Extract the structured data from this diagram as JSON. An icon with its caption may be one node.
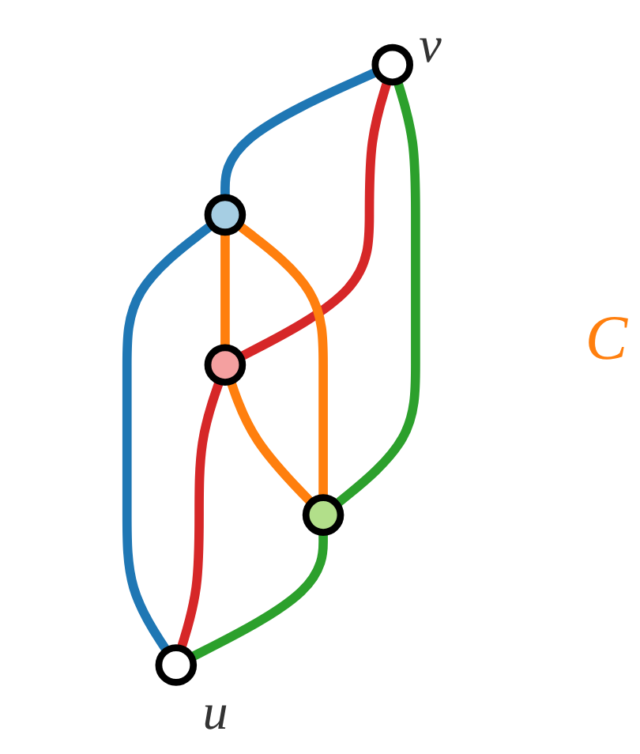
{
  "diagram": {
    "nodes": [
      {
        "text": [],
        "shape": "circle",
        "beside": [
          "v"
        ]
      },
      {
        "text": [],
        "shape": "circle"
      },
      {
        "text": [],
        "shape": "circle"
      },
      {
        "text": [],
        "shape": "circle"
      },
      {
        "text": [],
        "shape": "circle",
        "beside": [
          "u"
        ]
      }
    ],
    "edges": [
      {
        "from": 0,
        "to": 1,
        "arrow": "none",
        "color": "#1f77b4"
      },
      {
        "from": 0,
        "to": 2,
        "arrow": "none",
        "color": "#d62728"
      },
      {
        "from": 0,
        "to": 3,
        "arrow": "none",
        "color": "#2ca02c"
      },
      {
        "from": 1,
        "to": 4,
        "arrow": "none",
        "color": "#1f77b4"
      },
      {
        "from": 2,
        "to": 4,
        "arrow": "none",
        "color": "#d62728"
      },
      {
        "from": 3,
        "to": 4,
        "arrow": "none",
        "color": "#2ca02c"
      },
      {
        "from": 1,
        "to": 2,
        "arrow": "none",
        "color": "#ff7f0e"
      },
      {
        "from": 2,
        "to": 3,
        "arrow": "none",
        "color": "#ff7f0e"
      },
      {
        "from": 3,
        "to": 1,
        "arrow": "none",
        "color": "#ff7f0e"
      }
    ],
    "labels": [
      "C"
    ]
  }
}
